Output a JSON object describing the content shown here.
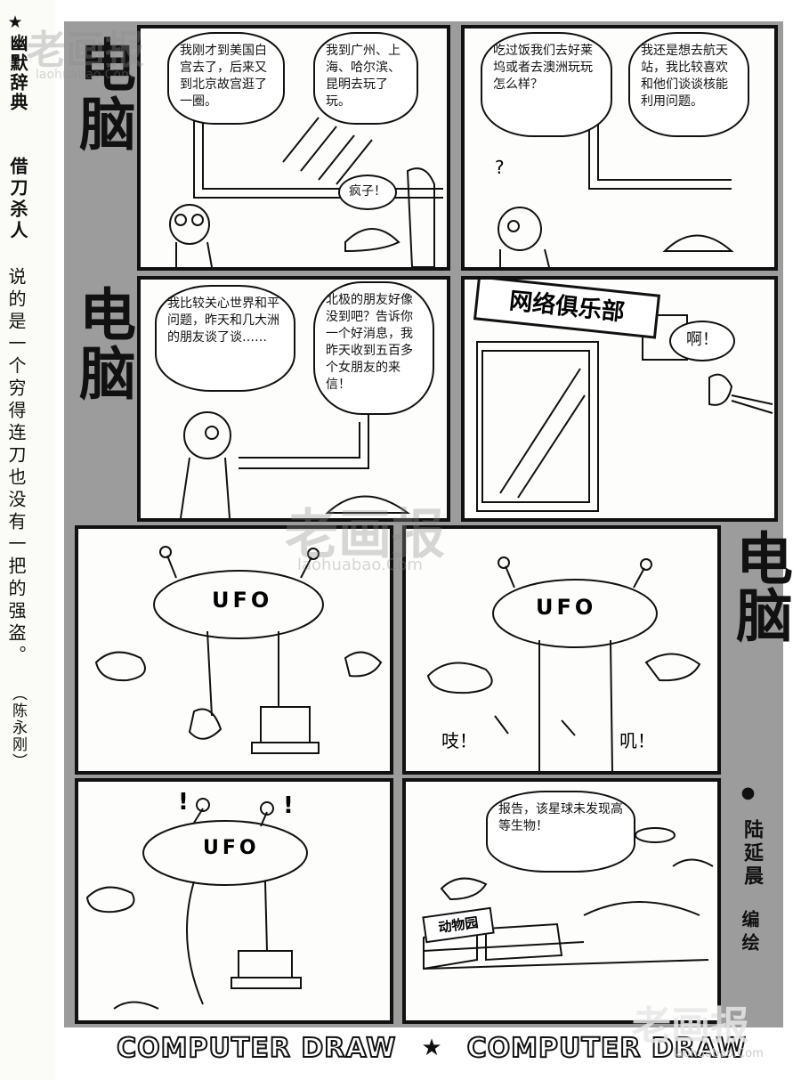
{
  "sidebar": {
    "star": "★",
    "column_title": "幽默辞典",
    "term": "借刀杀人",
    "definition": "说的是一个穷得连刀也没有一把的强盗。",
    "author": "（陈永刚）"
  },
  "title": {
    "part1": "电脑",
    "part2": "电脑",
    "part3": "电脑"
  },
  "credit": {
    "bullet": "●",
    "artist": "陆延晨",
    "role": "编绘"
  },
  "panels": {
    "p1": {
      "bubble1": "我刚才到美国白宫去了，后来又到北京故宫逛了一圈。",
      "bubble2": "我到广州、上海、哈尔滨、昆明去玩了玩。",
      "bubble3": "疯子！"
    },
    "p2": {
      "bubble1": "吃过饭我们去好莱坞或者去澳洲玩玩怎么样？",
      "bubble2": "我还是想去航天站，我比较喜欢和他们谈谈核能利用问题。",
      "question": "?"
    },
    "p3": {
      "bubble1": "我比较关心世界和平问题，昨天和几大洲的朋友谈了谈……",
      "bubble2": "北极的朋友好像没到吧？告诉你一个好消息，我昨天收到五百多个女朋友的来信！"
    },
    "p4": {
      "sign": "网络俱乐部",
      "exclaim": "啊！"
    },
    "p5": {
      "ufo": "UFO"
    },
    "p6": {
      "ufo": "UFO",
      "sfx1": "吱！",
      "sfx2": "叽！"
    },
    "p7": {
      "ufo": "UFO",
      "mark1": "!",
      "mark2": "!"
    },
    "p8": {
      "bubble": "报告，该星球未发现高等生物！",
      "zoo_sign": "动物园"
    }
  },
  "footer": {
    "left": "COMPUTER DRAW",
    "star": "★",
    "right": "COMPUTER DRAW"
  },
  "watermarks": {
    "top_left": "老画报",
    "top_left_url": "laohuabao.Com",
    "center": "老画报",
    "center_url": "laohuabao.Com",
    "bottom_right": "老画报",
    "bottom_right_url": "laohuabao.Com"
  }
}
